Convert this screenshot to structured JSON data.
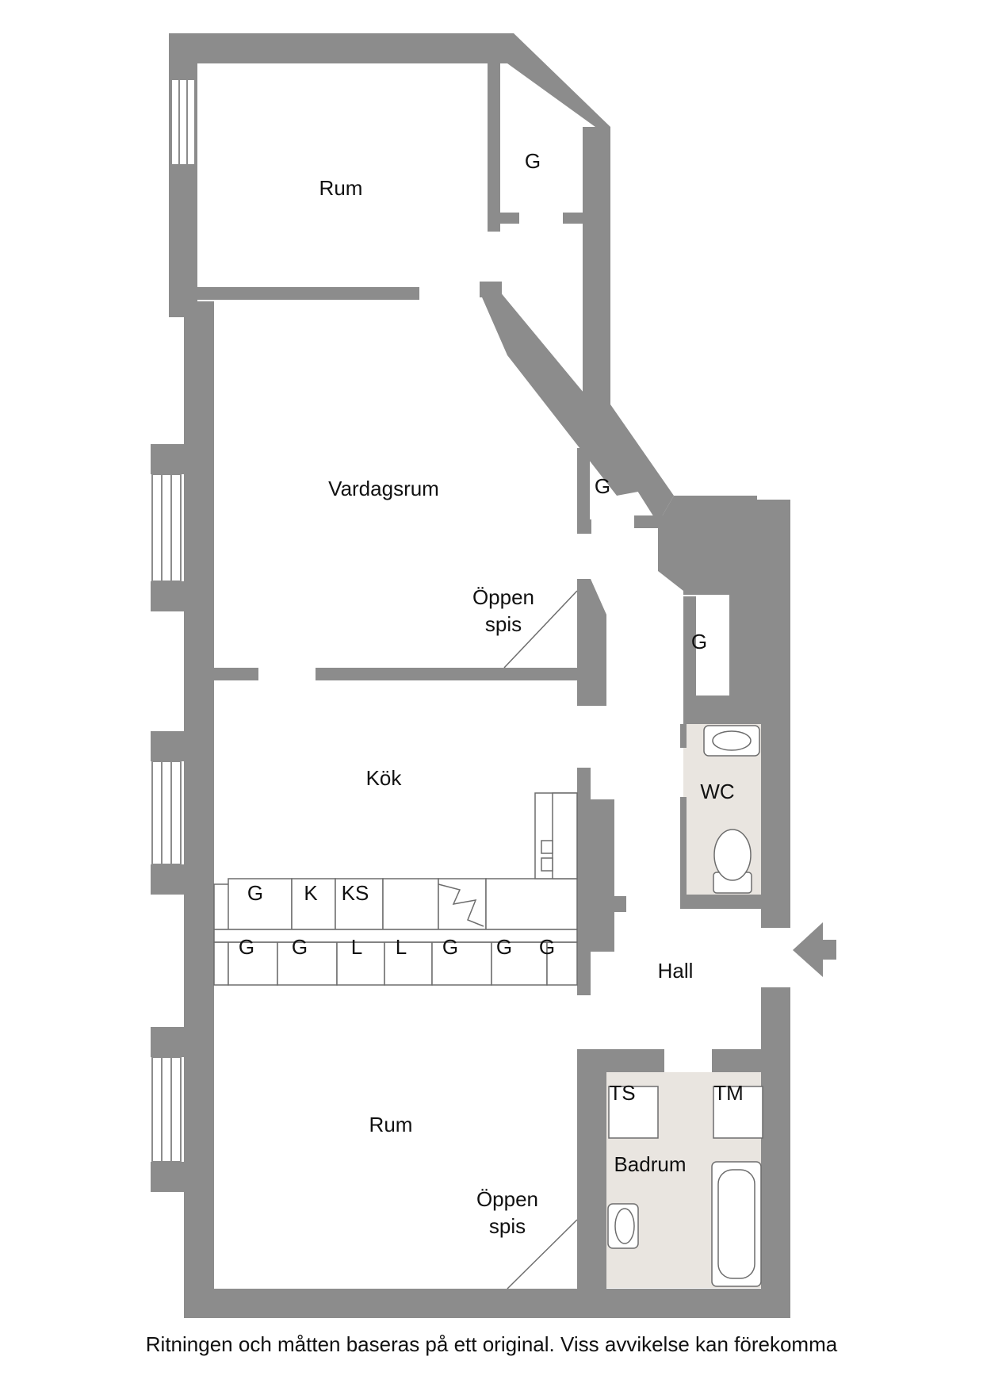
{
  "colors": {
    "wall": "#8c8c8c",
    "wet_room_floor": "#e9e5e0",
    "fixture": "#ffffff",
    "line": "#6d6d6d"
  },
  "rooms": {
    "rum_top": "Rum",
    "vardagsrum": "Vardagsrum",
    "kok": "Kök",
    "hall": "Hall",
    "rum_bottom": "Rum",
    "wc": "WC",
    "badrum": "Badrum"
  },
  "closets": {
    "g_top": "G",
    "g_middle": "G",
    "g_right": "G"
  },
  "fireplaces": {
    "upper_line1": "Öppen",
    "upper_line2": "spis",
    "lower_line1": "Öppen",
    "lower_line2": "spis"
  },
  "kitchen_upper_row": [
    "G",
    "K",
    "KS"
  ],
  "kitchen_lower_row": [
    "G",
    "G",
    "L",
    "L",
    "G",
    "G",
    "G"
  ],
  "bathroom_appliances": {
    "ts": "TS",
    "tm": "TM"
  },
  "icons": {
    "entrance": "entrance-arrow-icon"
  },
  "caption": "Ritningen och måtten baseras på ett original. Viss avvikelse kan förekomma"
}
